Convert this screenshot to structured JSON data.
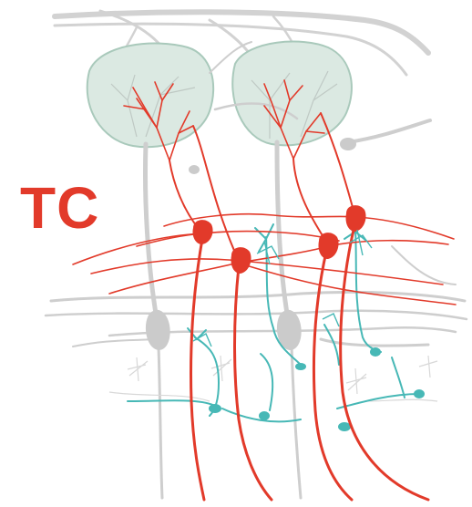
{
  "label": {
    "text": "TC"
  },
  "colors": {
    "tc_red": "#e23a2a",
    "glia_gray": "#cfcfcf",
    "glomerulus_fill": "#dbe9e2",
    "glomerulus_stroke": "#a9c9bb",
    "interneuron_teal": "#47b8b6"
  },
  "structures": {
    "glomeruli": 2,
    "tc_cells": 4,
    "mitral_like_gray_cells": 2
  }
}
